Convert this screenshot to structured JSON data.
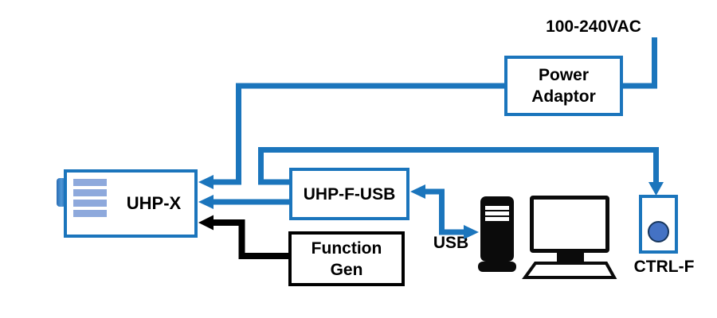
{
  "diagram": {
    "labels": {
      "mains": "100-240VAC",
      "usb": "USB",
      "ctrl_f": "CTRL-F"
    },
    "nodes": {
      "power_adaptor": {
        "line1": "Power",
        "line2": "Adaptor"
      },
      "uhp_x": {
        "label": "UHP-X"
      },
      "uhp_f_usb": {
        "label": "UHP-F-USB"
      },
      "function_gen": {
        "line1": "Function",
        "line2": "Gen"
      }
    },
    "icons": [
      "grille-icon",
      "device-tab-icon",
      "pc-tower-icon",
      "monitor-icon",
      "keyboard-icon",
      "power-button-icon"
    ],
    "colors": {
      "wire_blue": "#1b75bc",
      "wire_black": "#000000",
      "grille_stripe_blue": "#8ea9dc",
      "tab_blue": "#2e75b6",
      "power_button_fill": "#4472c4",
      "power_button_border": "#17365d"
    },
    "connections": [
      {
        "from": "100-240VAC",
        "to": "Power Adaptor",
        "color": "blue",
        "arrow": "none"
      },
      {
        "from": "Power Adaptor",
        "to": "UHP-X",
        "color": "blue",
        "arrow": "into UHP-X"
      },
      {
        "from": "UHP-F-USB",
        "to": "UHP-X",
        "color": "blue",
        "arrow": "into UHP-X"
      },
      {
        "from": "UHP-F-USB",
        "to": "CTRL-F",
        "color": "blue",
        "arrow": "into CTRL-F"
      },
      {
        "from": "UHP-F-USB",
        "to": "PC tower",
        "color": "blue",
        "arrow": "both",
        "label": "USB"
      },
      {
        "from": "Function Gen",
        "to": "UHP-X",
        "color": "black",
        "arrow": "into UHP-X"
      }
    ]
  }
}
